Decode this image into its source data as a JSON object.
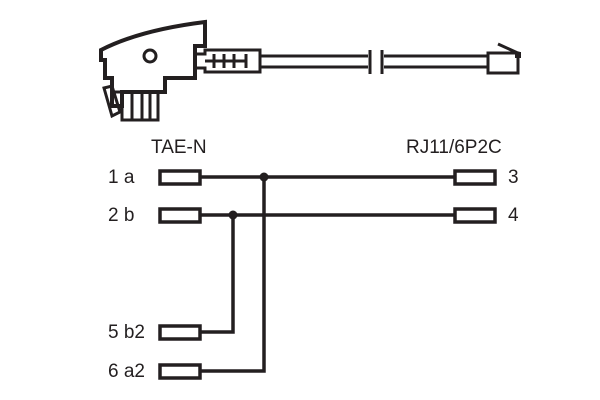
{
  "headers": {
    "left": "TAE-N",
    "right": "RJ11/6P2C"
  },
  "left_pins": [
    {
      "label": "1 a"
    },
    {
      "label": "2 b"
    },
    {
      "label": "5 b2"
    },
    {
      "label": "6 a2"
    }
  ],
  "right_pins": [
    {
      "label": "3"
    },
    {
      "label": "4"
    }
  ],
  "connections": [
    {
      "from": "1 a",
      "to": "3"
    },
    {
      "from": "2 b",
      "to": "4"
    },
    {
      "from": "5 b2",
      "to": "2 b"
    },
    {
      "from": "6 a2",
      "to": "1 a"
    }
  ],
  "colors": {
    "line": "#231f20",
    "background": "#ffffff"
  }
}
